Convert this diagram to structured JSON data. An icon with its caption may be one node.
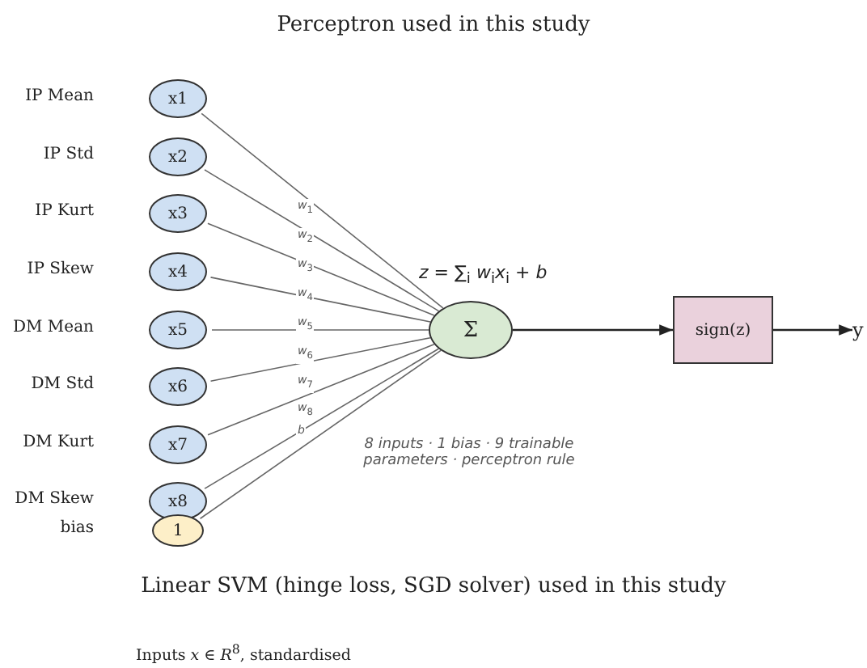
{
  "diagram": {
    "title": "Perceptron used in this study",
    "nodes": [
      {
        "text": [
          "x1"
        ],
        "beside": [
          "IP Mean"
        ]
      },
      {
        "text": [
          "x2"
        ],
        "beside": [
          "IP Std"
        ]
      },
      {
        "text": [
          "x3"
        ],
        "beside": [
          "IP Kurt"
        ]
      },
      {
        "text": [
          "x4"
        ],
        "beside": [
          "IP Skew"
        ]
      },
      {
        "text": [
          "x5"
        ],
        "beside": [
          "DM Mean"
        ]
      },
      {
        "text": [
          "x6"
        ],
        "beside": [
          "DM Std"
        ]
      },
      {
        "text": [
          "x7"
        ],
        "beside": [
          "DM Kurt"
        ]
      },
      {
        "text": [
          "x8"
        ],
        "beside": [
          "DM Skew"
        ]
      },
      {
        "text": [
          "1"
        ],
        "beside": [
          "bias"
        ]
      },
      {
        "text": [
          "Σ"
        ],
        "beside": [
          "*z* = ∑$_{i}$ *w*$_{i}$*x*$_{i}$ + *b*"
        ]
      },
      {
        "text": [
          "sign(z)"
        ]
      },
      {
        "text": [
          "y"
        ]
      }
    ],
    "edges": [
      {
        "from": 0,
        "to": 9,
        "arrow": "none",
        "label": "*w*$_{1}$"
      },
      {
        "from": 1,
        "to": 9,
        "arrow": "none",
        "label": "*w*$_{2}$"
      },
      {
        "from": 2,
        "to": 9,
        "arrow": "none",
        "label": "*w*$_{3}$"
      },
      {
        "from": 3,
        "to": 9,
        "arrow": "none",
        "label": "*w*$_{4}$"
      },
      {
        "from": 4,
        "to": 9,
        "arrow": "none",
        "label": "*w*$_{5}$"
      },
      {
        "from": 5,
        "to": 9,
        "arrow": "none",
        "label": "*w*$_{6}$"
      },
      {
        "from": 6,
        "to": 9,
        "arrow": "none",
        "label": "*w*$_{7}$"
      },
      {
        "from": 7,
        "to": 9,
        "arrow": "none",
        "label": "*w*$_{8}$"
      },
      {
        "from": 8,
        "to": 9,
        "arrow": "none",
        "label": "*b*"
      },
      {
        "from": 9,
        "to": 10,
        "arrow": "to"
      },
      {
        "from": 10,
        "to": 11,
        "arrow": "to"
      }
    ],
    "labels": [
      "8 inputs · 1 bias · 9 trainable parameters · perceptron rule",
      "Linear SVM (hinge loss, SGD solver) used in this study",
      "Inputs *x* ∈ *R*$^{8}$, standardised"
    ]
  }
}
